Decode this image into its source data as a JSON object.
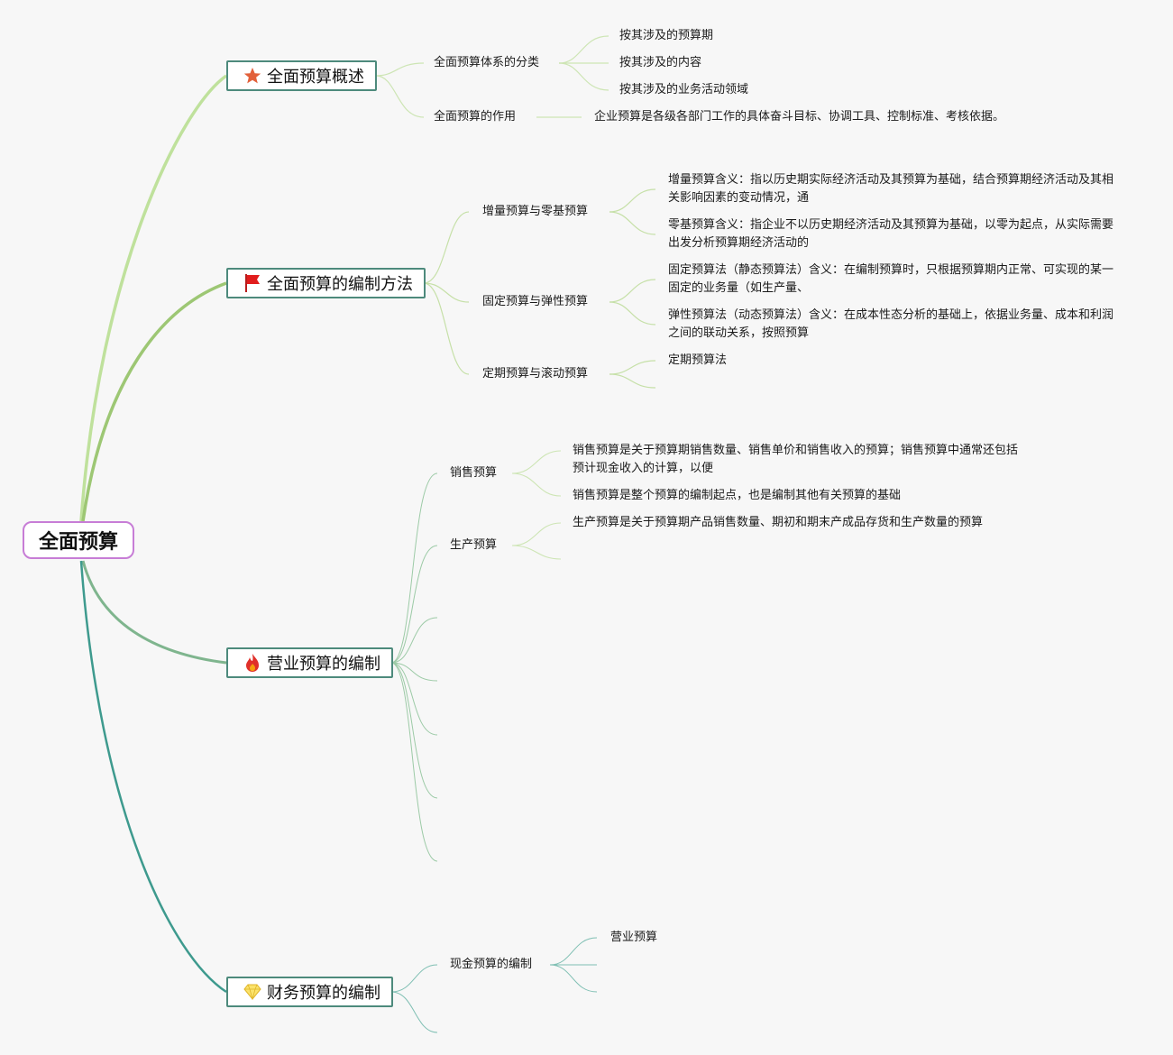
{
  "root": {
    "label": "全面预算"
  },
  "branches": [
    {
      "label": "全面预算概述",
      "icon": "star-icon",
      "children": [
        {
          "label": "全面预算体系的分类",
          "children": [
            "按其涉及的预算期",
            "按其涉及的内容",
            "按其涉及的业务活动领域"
          ]
        },
        {
          "label": "全面预算的作用",
          "children": [
            "企业预算是各级各部门工作的具体奋斗目标、协调工具、控制标准、考核依据。"
          ]
        }
      ]
    },
    {
      "label": "全面预算的编制方法",
      "icon": "red-flag-icon",
      "children": [
        {
          "label": "增量预算与零基预算",
          "children": [
            "增量预算含义：指以历史期实际经济活动及其预算为基础，结合预算期经济活动及其相关影响因素的变动情况，通",
            "零基预算含义：指企业不以历史期经济活动及其预算为基础，以零为起点，从实际需要出发分析预算期经济活动的"
          ]
        },
        {
          "label": "固定预算与弹性预算",
          "children": [
            "固定预算法（静态预算法）含义：在编制预算时，只根据预算期内正常、可实现的某一固定的业务量（如生产量、",
            "弹性预算法（动态预算法）含义：在成本性态分析的基础上，依据业务量、成本和利润之间的联动关系，按照预算"
          ]
        },
        {
          "label": "定期预算与滚动预算",
          "children": [
            "定期预算法",
            ""
          ]
        }
      ]
    },
    {
      "label": "营业预算的编制",
      "icon": "fire-icon",
      "children": [
        {
          "label": "销售预算",
          "children": [
            "销售预算是关于预算期销售数量、销售单价和销售收入的预算；销售预算中通常还包括预计现金收入的计算，以便",
            "销售预算是整个预算的编制起点，也是编制其他有关预算的基础"
          ]
        },
        {
          "label": "生产预算",
          "children": [
            "生产预算是关于预算期产品销售数量、期初和期末产成品存货和生产数量的预算",
            ""
          ]
        },
        {
          "label": "",
          "children": []
        },
        {
          "label": "",
          "children": []
        },
        {
          "label": "",
          "children": []
        },
        {
          "label": "",
          "children": []
        },
        {
          "label": "",
          "children": []
        }
      ]
    },
    {
      "label": "财务预算的编制",
      "icon": "diamond-icon",
      "children": [
        {
          "label": "现金预算的编制",
          "children": [
            "营业预算",
            "",
            ""
          ]
        },
        {
          "label": "",
          "children": []
        }
      ]
    }
  ],
  "colors": {
    "root_border": "#c77dd6",
    "node_border": "#4d8a7c",
    "branch1": "#bfe19c",
    "branch2": "#9dc774",
    "branch3": "#7fb58e",
    "branch4": "#3e9a8e",
    "leaf_line": "#cde5b4"
  }
}
